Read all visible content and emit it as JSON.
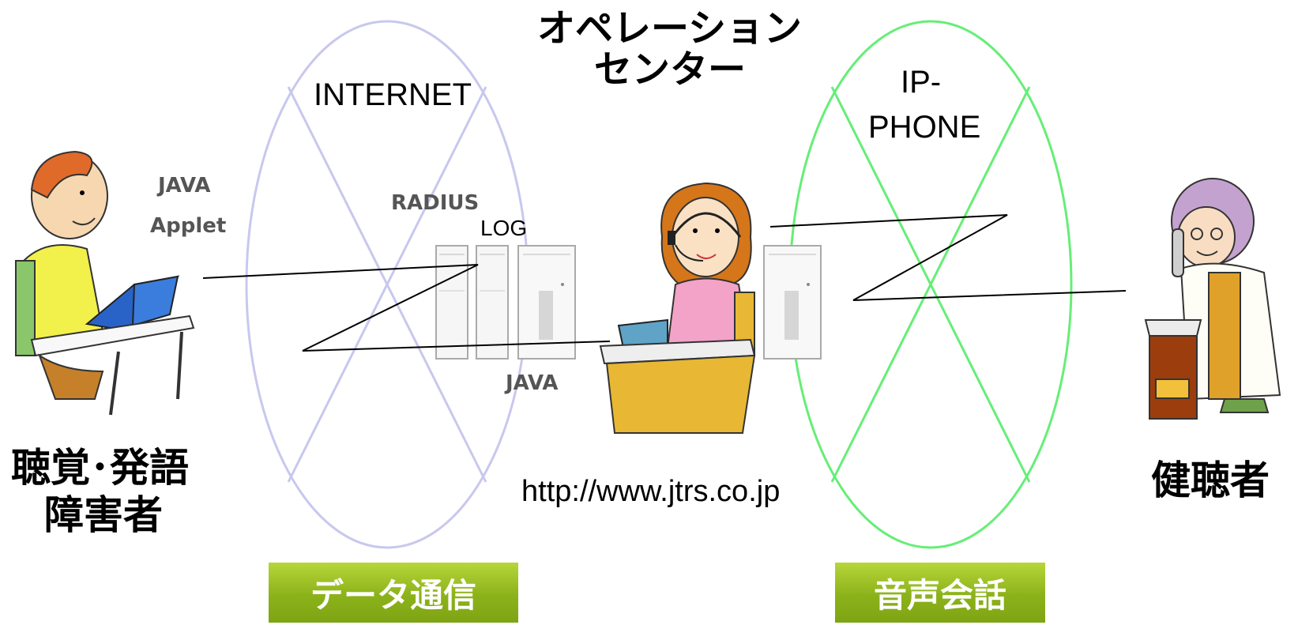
{
  "title": {
    "line1": "オペレーションセ",
    "line2": "ンター"
  },
  "title_text": {
    "line1": "オペレーション",
    "line2": "センター"
  },
  "internet_label": "INTERNET",
  "ipphone_label": {
    "line1": "IP-",
    "line2": "PHONE"
  },
  "java_applet_label": {
    "line1": "JAVA",
    "line2": "Applet"
  },
  "radius_label": "RADIUS",
  "log_label": "LOG",
  "java_label": "JAVA",
  "url_label": "http://www.jtrs.co.jp",
  "left_user_label": {
    "line1": "聴覚･発語",
    "line2": "障害者"
  },
  "right_user_label": "健聴者",
  "buttons": {
    "data_comm": "データ通信",
    "voice_call": "音声会話"
  },
  "colors": {
    "internet_ring": "#c8c8ee",
    "ipphone_ring": "#66ee77",
    "data_bolt": "#0a5fe6",
    "voice_bolt": "#66ff33",
    "button": "#8cb21a"
  },
  "icons": [
    "deaf-user-at-laptop-icon",
    "operator-with-headset-icon",
    "elderly-woman-on-phone-icon",
    "server-tower-icon"
  ]
}
